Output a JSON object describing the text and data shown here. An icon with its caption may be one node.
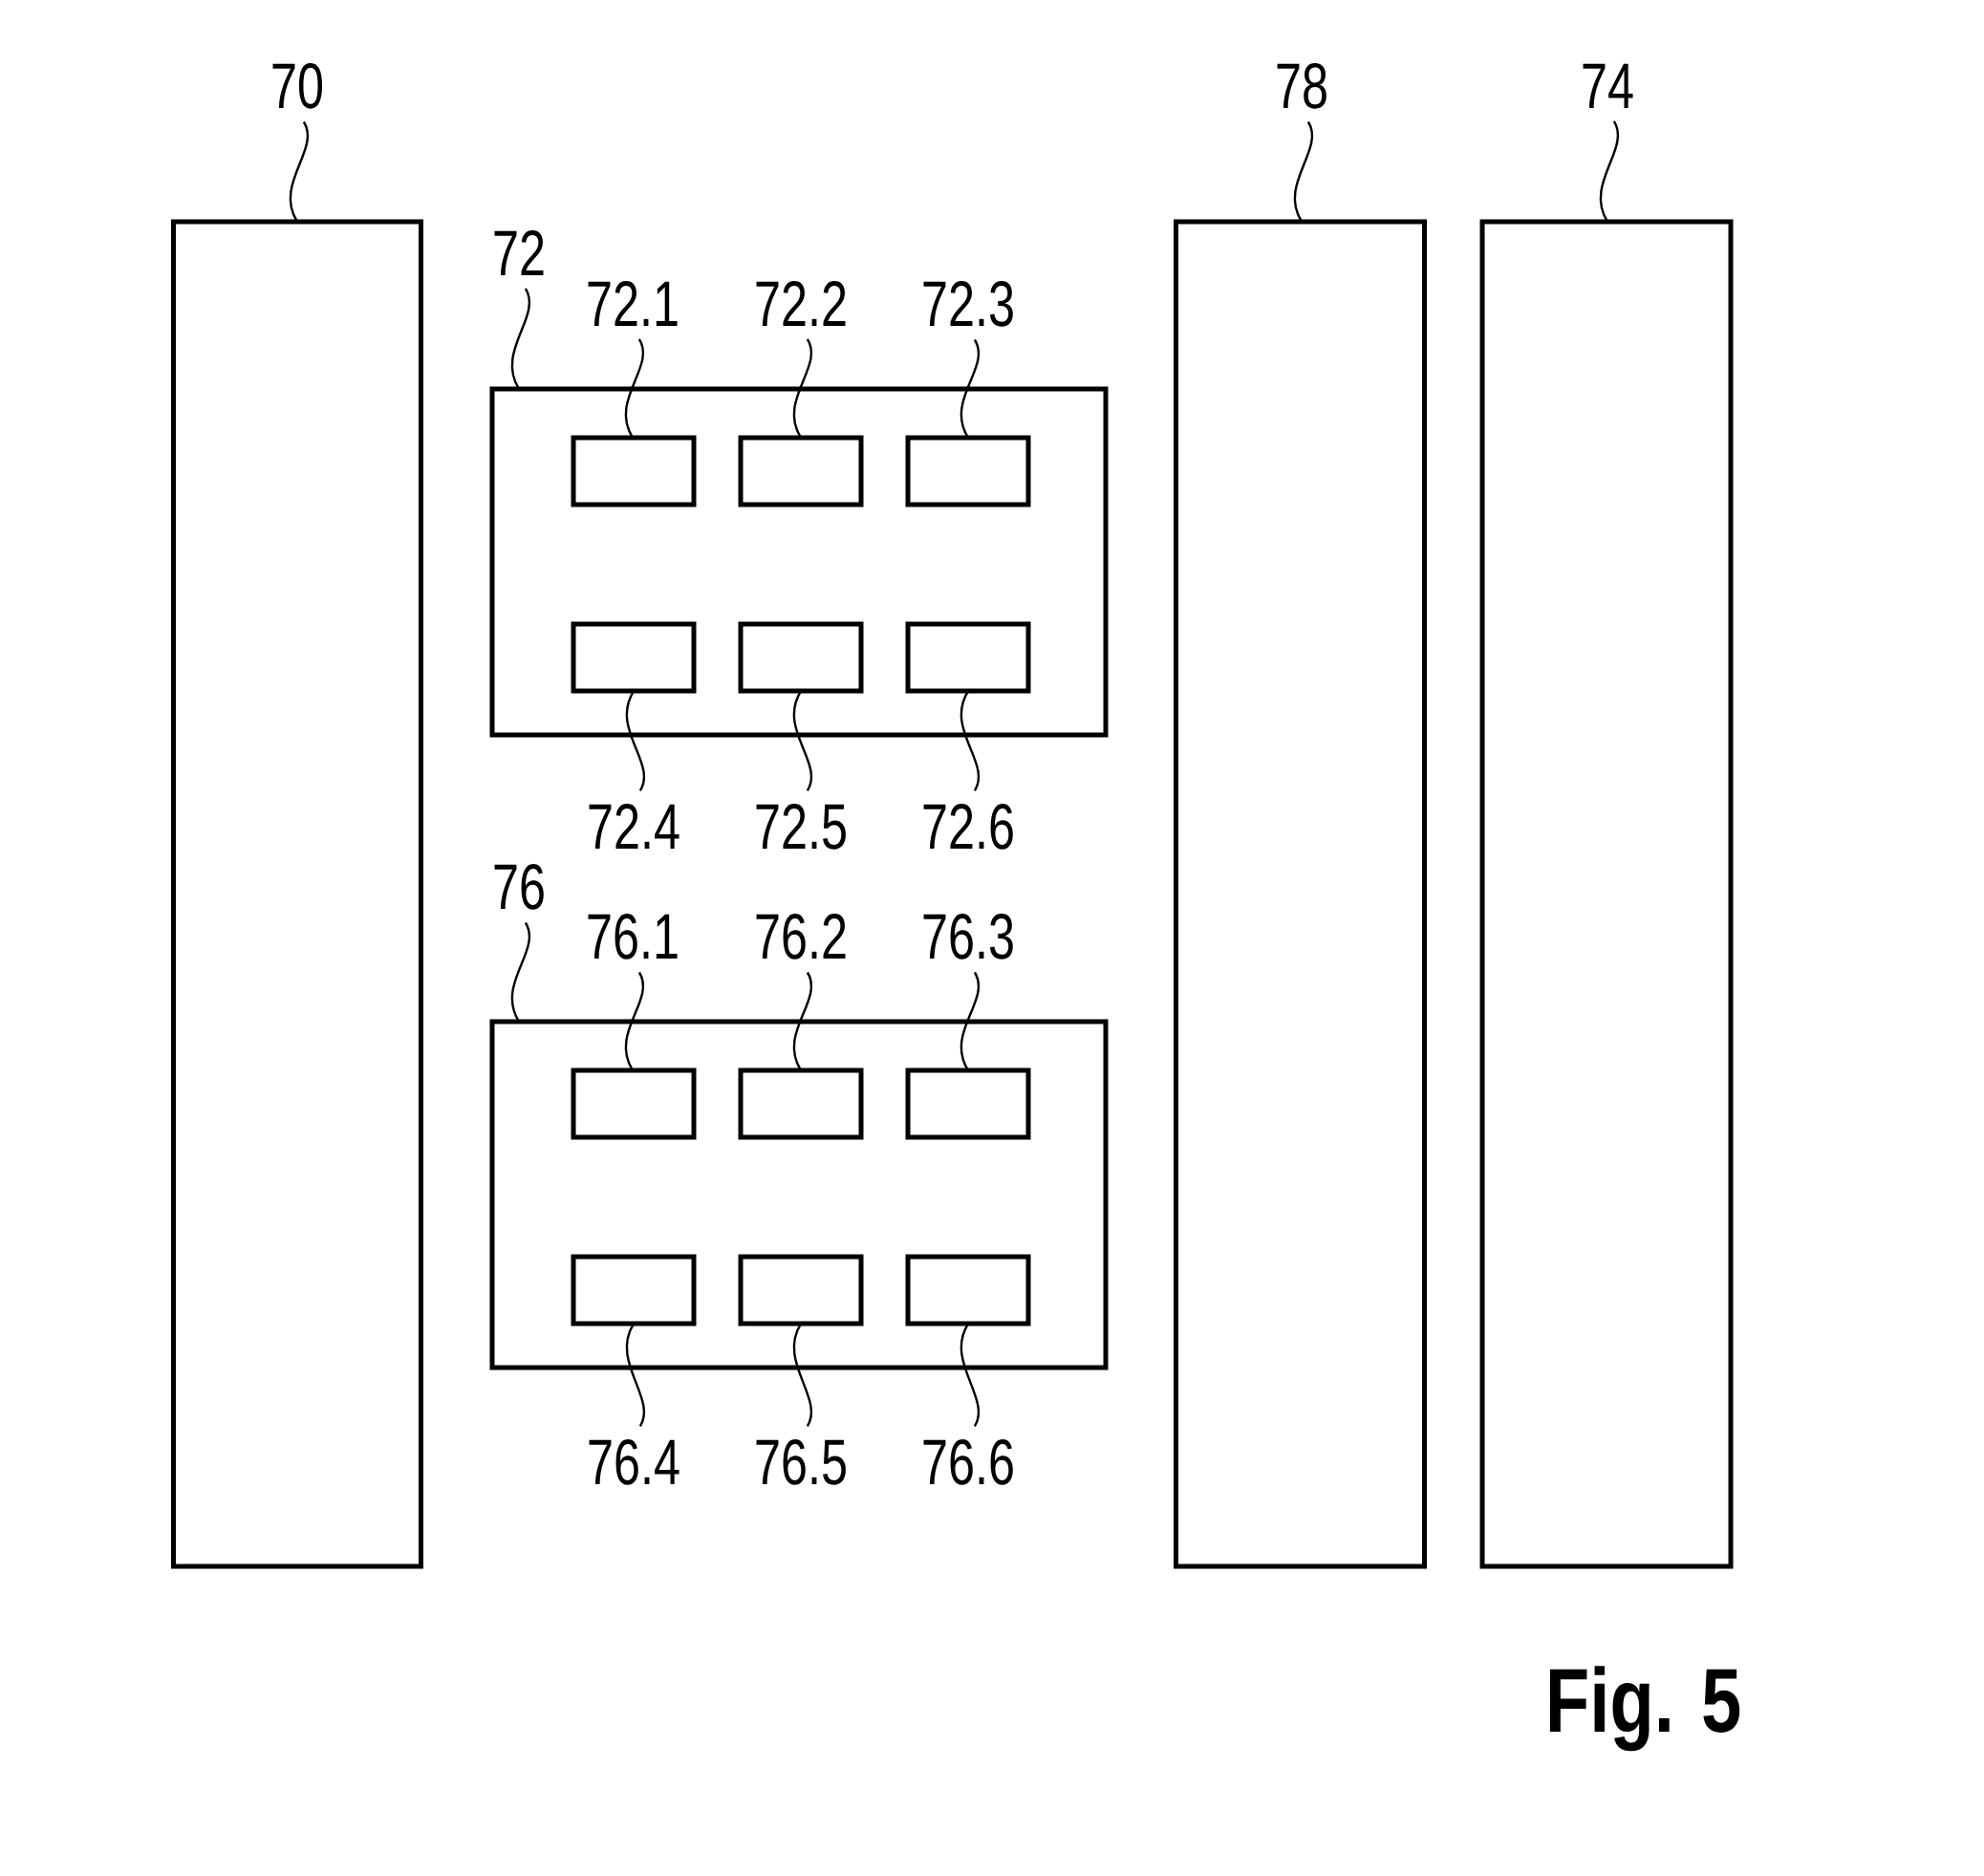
{
  "diagram": {
    "nodes": [
      {
        "text": [
          "70"
        ]
      },
      {
        "text": [],
        "shape": "box"
      },
      {
        "text": [
          "72"
        ]
      },
      {
        "text": [],
        "shape": "box"
      },
      {
        "text": [
          "72.1"
        ]
      },
      {
        "text": [
          "72.2"
        ]
      },
      {
        "text": [
          "72.3"
        ]
      },
      {
        "text": [],
        "shape": "box",
        "in": 3
      },
      {
        "text": [],
        "shape": "box",
        "in": 3
      },
      {
        "text": [],
        "shape": "box",
        "in": 3
      },
      {
        "text": [],
        "shape": "box",
        "in": 3
      },
      {
        "text": [],
        "shape": "box",
        "in": 3
      },
      {
        "text": [],
        "shape": "box",
        "in": 3
      },
      {
        "text": [
          "72.4"
        ]
      },
      {
        "text": [
          "72.5"
        ]
      },
      {
        "text": [
          "72.6"
        ]
      },
      {
        "text": [
          "76"
        ]
      },
      {
        "text": [],
        "shape": "box"
      },
      {
        "text": [
          "76.1"
        ]
      },
      {
        "text": [
          "76.2"
        ]
      },
      {
        "text": [
          "76.3"
        ]
      },
      {
        "text": [],
        "shape": "box",
        "in": 17
      },
      {
        "text": [],
        "shape": "box",
        "in": 17
      },
      {
        "text": [],
        "shape": "box",
        "in": 17
      },
      {
        "text": [],
        "shape": "box",
        "in": 17
      },
      {
        "text": [],
        "shape": "box",
        "in": 17
      },
      {
        "text": [],
        "shape": "box",
        "in": 17
      },
      {
        "text": [
          "76.4"
        ]
      },
      {
        "text": [
          "76.5"
        ]
      },
      {
        "text": [
          "76.6"
        ]
      },
      {
        "text": [
          "78"
        ]
      },
      {
        "text": [],
        "shape": "box"
      },
      {
        "text": [
          "74"
        ]
      },
      {
        "text": [],
        "shape": "box"
      }
    ],
    "edges": [
      {
        "from": 0,
        "to": 1,
        "arrow": "none"
      },
      {
        "from": 2,
        "to": 3,
        "arrow": "none"
      },
      {
        "from": 4,
        "to": 7,
        "arrow": "none"
      },
      {
        "from": 5,
        "to": 8,
        "arrow": "none"
      },
      {
        "from": 6,
        "to": 9,
        "arrow": "none"
      },
      {
        "from": 13,
        "to": 10,
        "arrow": "none"
      },
      {
        "from": 14,
        "to": 11,
        "arrow": "none"
      },
      {
        "from": 15,
        "to": 12,
        "arrow": "none"
      },
      {
        "from": 16,
        "to": 17,
        "arrow": "none"
      },
      {
        "from": 18,
        "to": 21,
        "arrow": "none"
      },
      {
        "from": 19,
        "to": 22,
        "arrow": "none"
      },
      {
        "from": 20,
        "to": 23,
        "arrow": "none"
      },
      {
        "from": 27,
        "to": 24,
        "arrow": "none"
      },
      {
        "from": 28,
        "to": 25,
        "arrow": "none"
      },
      {
        "from": 29,
        "to": 26,
        "arrow": "none"
      },
      {
        "from": 30,
        "to": 31,
        "arrow": "none"
      },
      {
        "from": 32,
        "to": 33,
        "arrow": "none"
      }
    ],
    "labels": [
      "Fig. 5"
    ]
  }
}
